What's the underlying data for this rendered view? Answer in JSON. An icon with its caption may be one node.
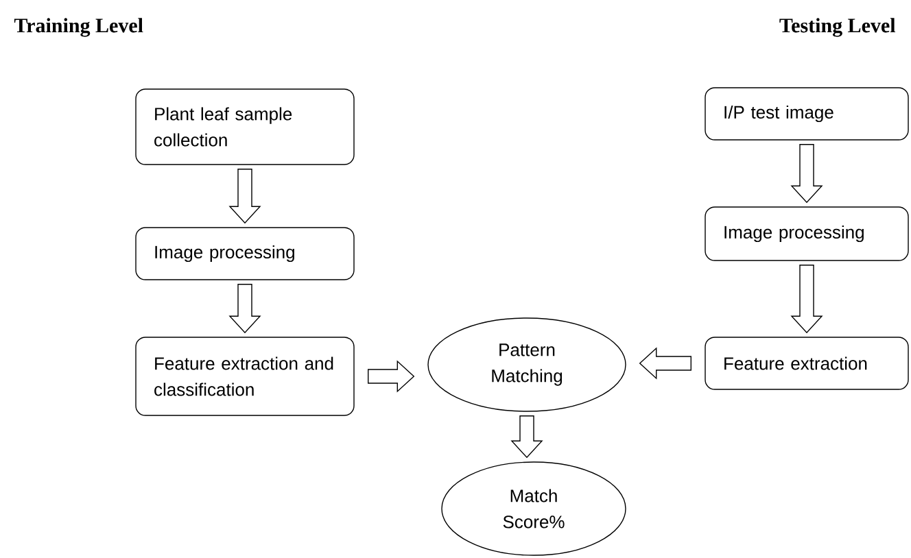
{
  "diagram": {
    "nodes": [
      {
        "text": [
          "Plant leaf sample collection"
        ]
      },
      {
        "text": [
          "Image processing"
        ]
      },
      {
        "text": [
          "Feature extraction and classification"
        ]
      },
      {
        "text": [
          "I/P test image"
        ]
      },
      {
        "text": [
          "Image processing"
        ]
      },
      {
        "text": [
          "Feature extraction"
        ]
      },
      {
        "text": [
          "Pattern Matching"
        ]
      },
      {
        "text": [
          "Match Score%"
        ]
      }
    ],
    "edges": [
      {
        "from": 0,
        "to": 1,
        "arrow": "to"
      },
      {
        "from": 1,
        "to": 2,
        "arrow": "to"
      },
      {
        "from": 2,
        "to": 6,
        "arrow": "to"
      },
      {
        "from": 3,
        "to": 4,
        "arrow": "to"
      },
      {
        "from": 4,
        "to": 5,
        "arrow": "to"
      },
      {
        "from": 5,
        "to": 6,
        "arrow": "to"
      },
      {
        "from": 6,
        "to": 7,
        "arrow": "to"
      }
    ],
    "labels": [
      "Training Level",
      "Testing Level"
    ]
  }
}
